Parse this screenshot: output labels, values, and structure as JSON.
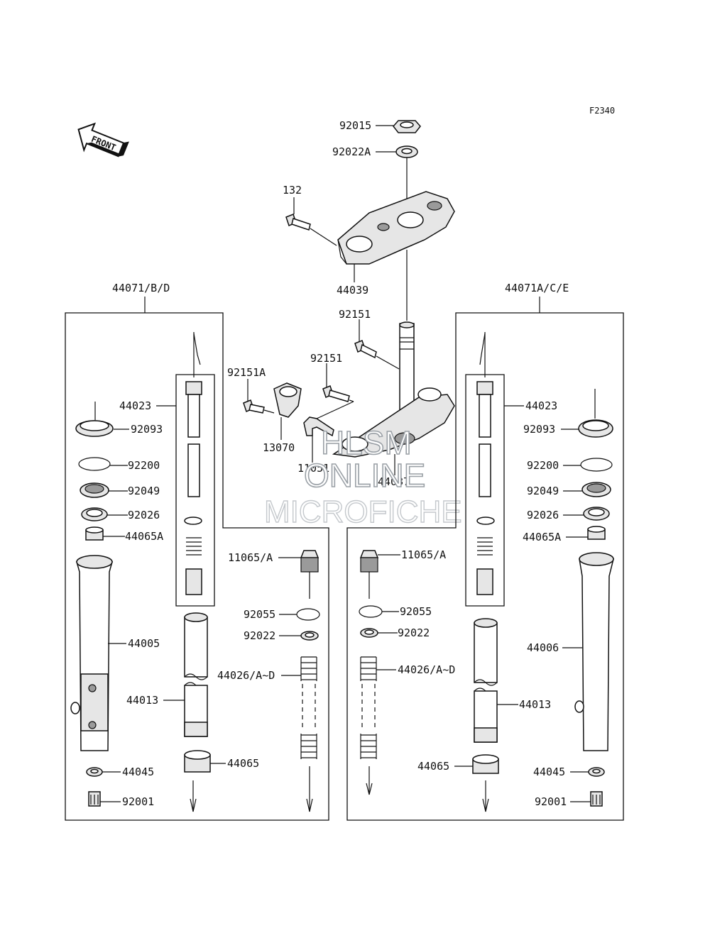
{
  "figure_code": "F2340",
  "front_arrow_text": "FRONT",
  "watermark": {
    "line1": "HLSM",
    "line2": "ONLINE",
    "line3": "MICROFICHE"
  },
  "labels": {
    "p92015": "92015",
    "p92022A": "92022A",
    "p132": "132",
    "p44039": "44039",
    "p92151_top": "92151",
    "p92151_mid": "92151",
    "p92151A": "92151A",
    "p13070": "13070",
    "p11051": "11051",
    "p44037": "44037",
    "left_assy": "44071/B/D",
    "right_assy": "44071A/C/E",
    "l_44023": "44023",
    "l_92093": "92093",
    "l_92200": "92200",
    "l_92049": "92049",
    "l_92026": "92026",
    "l_44065A": "44065A",
    "l_44005": "44005",
    "l_44013": "44013",
    "l_44045": "44045",
    "l_92001": "92001",
    "l_44065": "44065",
    "l_11065A": "11065/A",
    "l_92055": "92055",
    "l_92022": "92022",
    "l_44026": "44026/A~D",
    "r_44023": "44023",
    "r_92093": "92093",
    "r_92200": "92200",
    "r_92049": "92049",
    "r_92026": "92026",
    "r_44065A": "44065A",
    "r_44006": "44006",
    "r_44013": "44013",
    "r_44045": "44045",
    "r_92001": "92001",
    "r_44065": "44065",
    "r_11065A": "11065/A",
    "r_92055": "92055",
    "r_92022": "92022",
    "r_44026": "44026/A~D"
  }
}
